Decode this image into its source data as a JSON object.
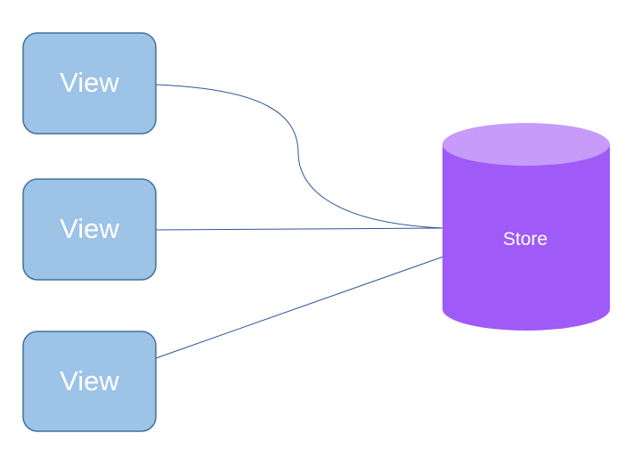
{
  "diagram": {
    "views": [
      {
        "label": "View"
      },
      {
        "label": "View"
      },
      {
        "label": "View"
      }
    ],
    "store": {
      "label": "Store"
    },
    "colors": {
      "view_fill": "#9dc3e6",
      "view_stroke": "#41719c",
      "store_body": "#9f5af7",
      "store_top": "#c79bf9",
      "connector": "#2e5597",
      "label_text": "#ffffff"
    }
  }
}
